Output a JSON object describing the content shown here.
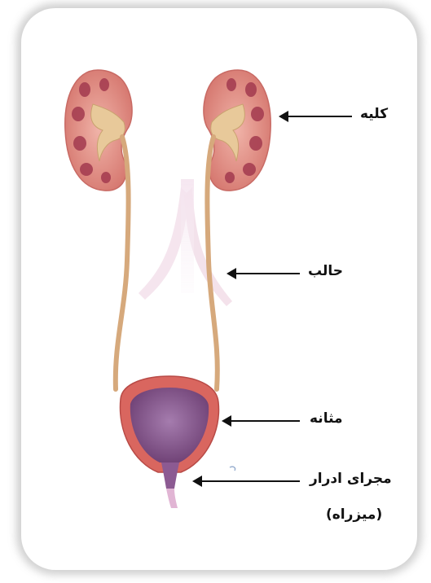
{
  "labels": {
    "kidney": "کلیه",
    "ureter": "حالب",
    "bladder": "مثانه",
    "urethra": "مجرای ادرار",
    "urethra_alt": "(میزراه)"
  },
  "colors": {
    "kidney": "#d97c76",
    "kidney_medulla": "#a33a4f",
    "pelvis": "#e5c69a",
    "ureter": "#d6a97c",
    "bladder_wall": "#d9665f",
    "bladder_inner": "#8c5a92",
    "arrow": "#111111"
  }
}
